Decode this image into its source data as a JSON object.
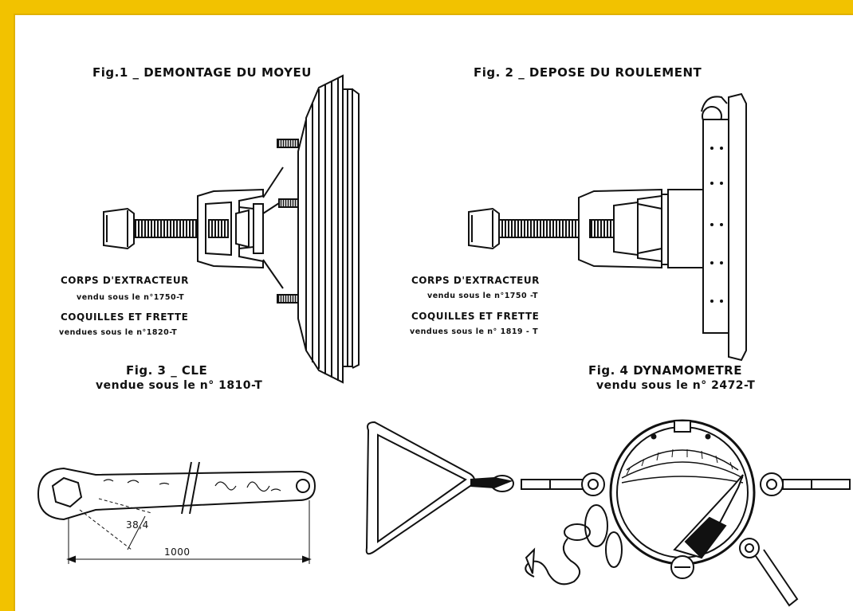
{
  "fig1": {
    "title": "Fig.1 _ DEMONTAGE DU MOYEU",
    "part1": "CORPS D'EXTRACTEUR",
    "part1_ref": "vendu sous le n°1750-T",
    "part2": "COQUILLES ET FRETTE",
    "part2_ref": "vendues sous le n°1820-T"
  },
  "fig2": {
    "title": "Fig. 2 _ DEPOSE DU ROULEMENT",
    "part1": "CORPS D'EXTRACTEUR",
    "part1_ref": "vendu sous le n°1750 -T",
    "part2": "COQUILLES ET FRETTE",
    "part2_ref": "vendues sous le n° 1819 - T"
  },
  "fig3": {
    "title": "Fig. 3 _ CLE",
    "ref": "vendue sous le n° 1810-T",
    "dim_hex": "38,4",
    "dim_length": "1000"
  },
  "fig4": {
    "title": "Fig. 4   DYNAMOMETRE",
    "ref": "vendu sous le n° 2472-T"
  },
  "colors": {
    "frame": "#f2c200",
    "ink": "#111111"
  }
}
